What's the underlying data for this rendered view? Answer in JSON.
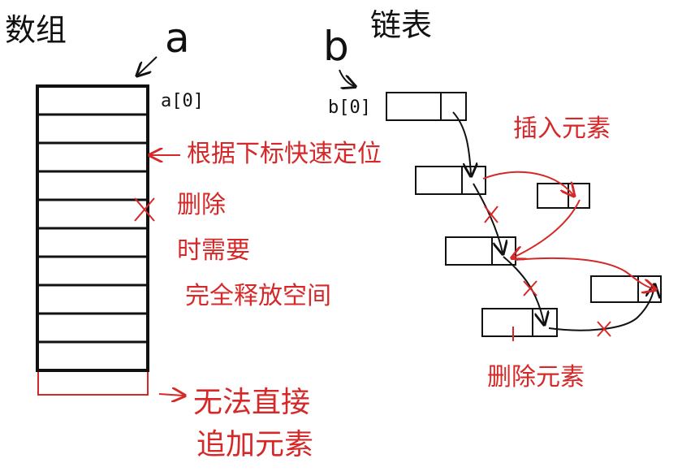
{
  "array_section": {
    "title": "数组",
    "var_label": "a",
    "first_label": "a[0]",
    "cell_count": 10,
    "note_index": "根据下标快速定位",
    "note_delete_1": "删除",
    "note_delete_2": "时需要",
    "note_delete_3": "完全释放空间",
    "note_append_1": "无法直接",
    "note_append_2": "追加元素"
  },
  "list_section": {
    "title": "链表",
    "var_label": "b",
    "first_label": "b[0]",
    "note_insert": "插入元素",
    "note_delete": "删除元素"
  },
  "colors": {
    "ink": "#111111",
    "annotation": "#d62828"
  }
}
